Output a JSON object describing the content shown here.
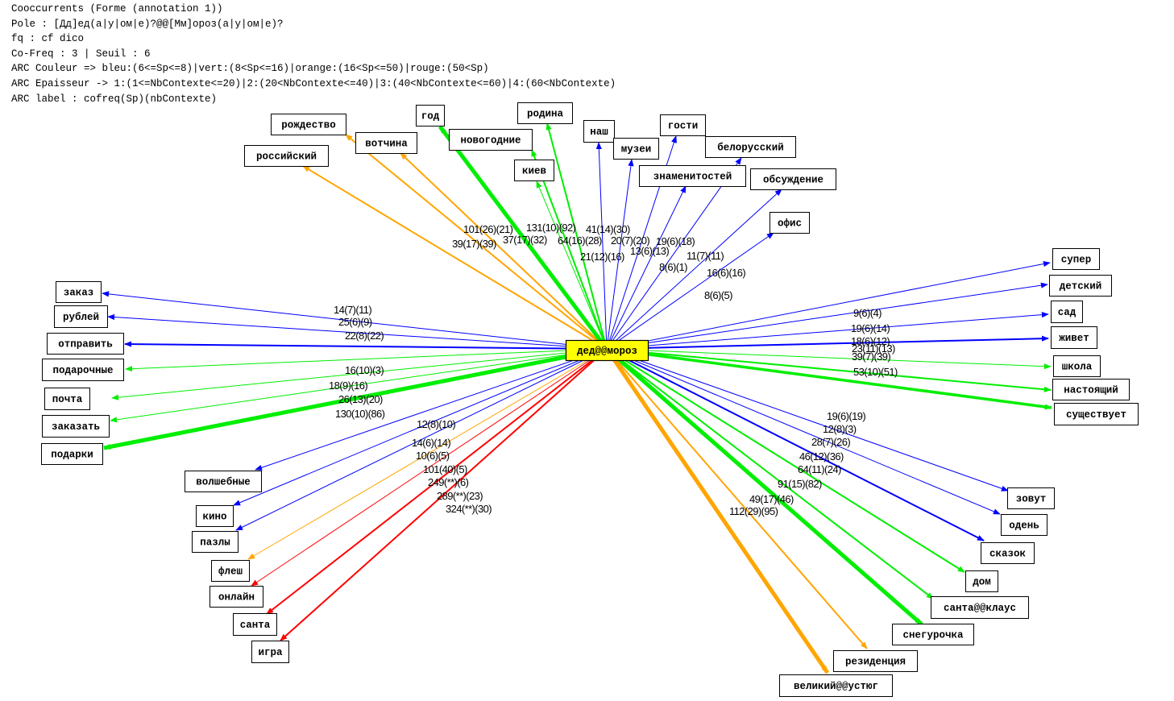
{
  "header": {
    "lines": [
      "Cooccurrents (Forme (annotation 1))",
      "Pole : [Дд]ед(а|у|ом|е)?@@[Мм]ороз(а|у|ом|е)?",
      "fq : cf dico",
      "Co-Freq : 3 | Seuil : 6",
      "ARC Couleur => bleu:(6<=Sp<=8)|vert:(8<Sp<=16)|orange:(16<Sp<=50)|rouge:(50<Sp)",
      "ARC Epaisseur -> 1:(1<=NbContexte<=20)|2:(20<NbContexte<=40)|3:(40<NbContexte<=60)|4:(60<NbContexte)",
      "ARC label : cofreq(Sp)(nbContexte)"
    ]
  },
  "colors": {
    "bleu": "#0000ff",
    "vert": "#00ee00",
    "orange": "#ffa500",
    "rouge": "#ff0000",
    "center": "#ffff00"
  },
  "center": {
    "label": "дед@@мороз"
  },
  "nodes": [
    {
      "label": "рождество",
      "color": "orange",
      "width": 2,
      "edge_label": ""
    },
    {
      "label": "российский",
      "color": "orange",
      "width": 2,
      "edge_label": "39(17)(39)"
    },
    {
      "label": "вотчина",
      "color": "orange",
      "width": 2,
      "edge_label": "101(26)(21)"
    },
    {
      "label": "год",
      "color": "vert",
      "width": 4,
      "edge_label": "131(10)(92)"
    },
    {
      "label": "новогодние",
      "color": "vert",
      "width": 2,
      "edge_label": "37(17)(32)"
    },
    {
      "label": "киев",
      "color": "vert",
      "width": 1,
      "edge_label": "64(16)(28)"
    },
    {
      "label": "родина",
      "color": "vert",
      "width": 2,
      "edge_label": "41(14)(30)"
    },
    {
      "label": "наш",
      "color": "bleu",
      "width": 1,
      "edge_label": "21(12)(16)"
    },
    {
      "label": "музеи",
      "color": "bleu",
      "width": 1,
      "edge_label": "20(7)(20)"
    },
    {
      "label": "гости",
      "color": "bleu",
      "width": 1,
      "edge_label": "13(6)(13)"
    },
    {
      "label": "знаменитостей",
      "color": "bleu",
      "width": 1,
      "edge_label": "19(6)(18)"
    },
    {
      "label": "белорусский",
      "color": "bleu",
      "width": 1,
      "edge_label": "8(6)(1)"
    },
    {
      "label": "обсуждение",
      "color": "bleu",
      "width": 1,
      "edge_label": "11(7)(11)"
    },
    {
      "label": "офис",
      "color": "bleu",
      "width": 1,
      "edge_label": "16(6)(16)"
    },
    {
      "label": "супер",
      "color": "bleu",
      "width": 1,
      "edge_label": "8(6)(5)"
    },
    {
      "label": "детский",
      "color": "bleu",
      "width": 1,
      "edge_label": "9(6)(4)"
    },
    {
      "label": "сад",
      "color": "bleu",
      "width": 1,
      "edge_label": "19(6)(14)"
    },
    {
      "label": "живет",
      "color": "bleu",
      "width": 2,
      "edge_label": "18(6)(12)"
    },
    {
      "label": "школа",
      "color": "vert",
      "width": 1,
      "edge_label": "23(11)(13)"
    },
    {
      "label": "настоящий",
      "color": "vert",
      "width": 2,
      "edge_label": "39(7)(39)"
    },
    {
      "label": "существует",
      "color": "vert",
      "width": 3,
      "edge_label": "53(10)(51)"
    },
    {
      "label": "зовут",
      "color": "bleu",
      "width": 1,
      "edge_label": "19(6)(19)"
    },
    {
      "label": "одень",
      "color": "bleu",
      "width": 1,
      "edge_label": "12(8)(3)"
    },
    {
      "label": "сказок",
      "color": "bleu",
      "width": 2,
      "edge_label": "28(7)(26)"
    },
    {
      "label": "дом",
      "color": "vert",
      "width": 2,
      "edge_label": "46(12)(36)"
    },
    {
      "label": "санта@@клаус",
      "color": "vert",
      "width": 2,
      "edge_label": "64(11)(24)"
    },
    {
      "label": "снегурочка",
      "color": "vert",
      "width": 4,
      "edge_label": "91(15)(82)"
    },
    {
      "label": "резиденция",
      "color": "orange",
      "width": 2,
      "edge_label": "49(17)(46)"
    },
    {
      "label": "великий@@устюг",
      "color": "orange",
      "width": 4,
      "edge_label": "112(29)(95)"
    },
    {
      "label": "заказ",
      "color": "bleu",
      "width": 1,
      "edge_label": "14(7)(11)"
    },
    {
      "label": "рублей",
      "color": "bleu",
      "width": 1,
      "edge_label": "25(6)(9)"
    },
    {
      "label": "отправить",
      "color": "bleu",
      "width": 2,
      "edge_label": "22(8)(22)"
    },
    {
      "label": "подарочные",
      "color": "vert",
      "width": 1,
      "edge_label": "16(10)(3)"
    },
    {
      "label": "почта",
      "color": "vert",
      "width": 1,
      "edge_label": "18(9)(16)"
    },
    {
      "label": "заказать",
      "color": "vert",
      "width": 1,
      "edge_label": "26(13)(20)"
    },
    {
      "label": "подарки",
      "color": "vert",
      "width": 4,
      "edge_label": "130(10)(86)"
    },
    {
      "label": "волшебные",
      "color": "bleu",
      "width": 1,
      "edge_label": "12(8)(10)"
    },
    {
      "label": "кино",
      "color": "bleu",
      "width": 1,
      "edge_label": "14(6)(14)"
    },
    {
      "label": "пазлы",
      "color": "bleu",
      "width": 1,
      "edge_label": "10(6)(5)"
    },
    {
      "label": "флеш",
      "color": "orange",
      "width": 1,
      "edge_label": "101(40)(5)"
    },
    {
      "label": "онлайн",
      "color": "rouge",
      "width": 1,
      "edge_label": "249(**)(6)"
    },
    {
      "label": "санта",
      "color": "rouge",
      "width": 2,
      "edge_label": "289(**)(23)"
    },
    {
      "label": "игра",
      "color": "rouge",
      "width": 2,
      "edge_label": "324(**)(30)"
    }
  ]
}
